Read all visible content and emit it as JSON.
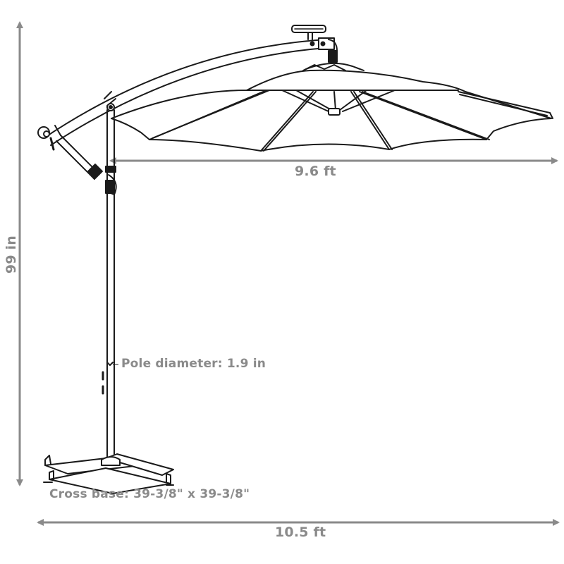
{
  "diagram": {
    "subject": "Offset cantilever patio umbrella with solar LED panel and cross base",
    "line_color": "#1a1a1a",
    "dimension_color": "#8a8a8a",
    "background": "#ffffff"
  },
  "dimensions": {
    "canopy_width": {
      "label": "9.6 ft",
      "orientation": "horizontal",
      "arrow": "double-headed"
    },
    "overall_width": {
      "label": "10.5 ft",
      "orientation": "horizontal",
      "arrow": "double-headed"
    },
    "overall_height": {
      "label": "99 in",
      "orientation": "vertical",
      "arrow": "double-headed"
    },
    "pole": {
      "label": "Pole diameter: 1.9 in",
      "arrow": "pointer-to-pole"
    },
    "base": {
      "label": "Cross base: 39-3/8\" x 39-3/8\""
    }
  },
  "components": [
    {
      "name": "solar-panel",
      "description": "Solar LED panel on top of arm"
    },
    {
      "name": "canopy",
      "description": "8-rib octagonal canopy"
    },
    {
      "name": "cantilever-arm",
      "description": "Curved arm suspending canopy"
    },
    {
      "name": "crank-handle",
      "description": "Crank with hand lever"
    },
    {
      "name": "support-strut",
      "description": "Diagonal strut with tilt knob"
    },
    {
      "name": "pole",
      "description": "Vertical main pole"
    },
    {
      "name": "cross-base",
      "description": "X-shaped steel base"
    }
  ]
}
